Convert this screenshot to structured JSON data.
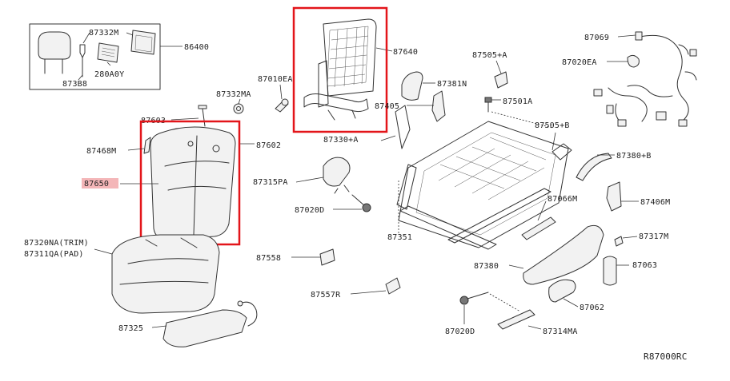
{
  "labels": {
    "p87332M": "87332M",
    "p86400": "86400",
    "p280A0Y": "280A0Y",
    "p873B8": "873B8",
    "p87640": "87640",
    "p87069": "87069",
    "p87020EA": "87020EA",
    "p87505A_top": "87505+A",
    "p87381N": "87381N",
    "p87010EA": "87010EA",
    "p87332MA": "87332MA",
    "p87603": "87603",
    "p87405": "87405",
    "p87501A": "87501A",
    "p87505B": "87505+B",
    "p87602": "87602",
    "p87468M": "87468M",
    "p87330A": "87330+A",
    "p87380B": "87380+B",
    "p87650": "87650",
    "p87315PA": "87315PA",
    "p87066M": "87066M",
    "p87406M": "87406M",
    "p87020D_mid": "87020D",
    "p87320NA": "87320NA(TRIM)",
    "p87311QA": "87311QA(PAD)",
    "p87351": "87351",
    "p87317M": "87317M",
    "p87558": "87558",
    "p87380": "87380",
    "p87063": "87063",
    "p87557R": "87557R",
    "p87062": "87062",
    "p87325": "87325",
    "p87020D_bot": "87020D",
    "p87314MA": "87314MA",
    "diagram_code": "R87000RC"
  },
  "highlight_color": "#e3151a",
  "highlight_label_bg": "#f4b6b8"
}
